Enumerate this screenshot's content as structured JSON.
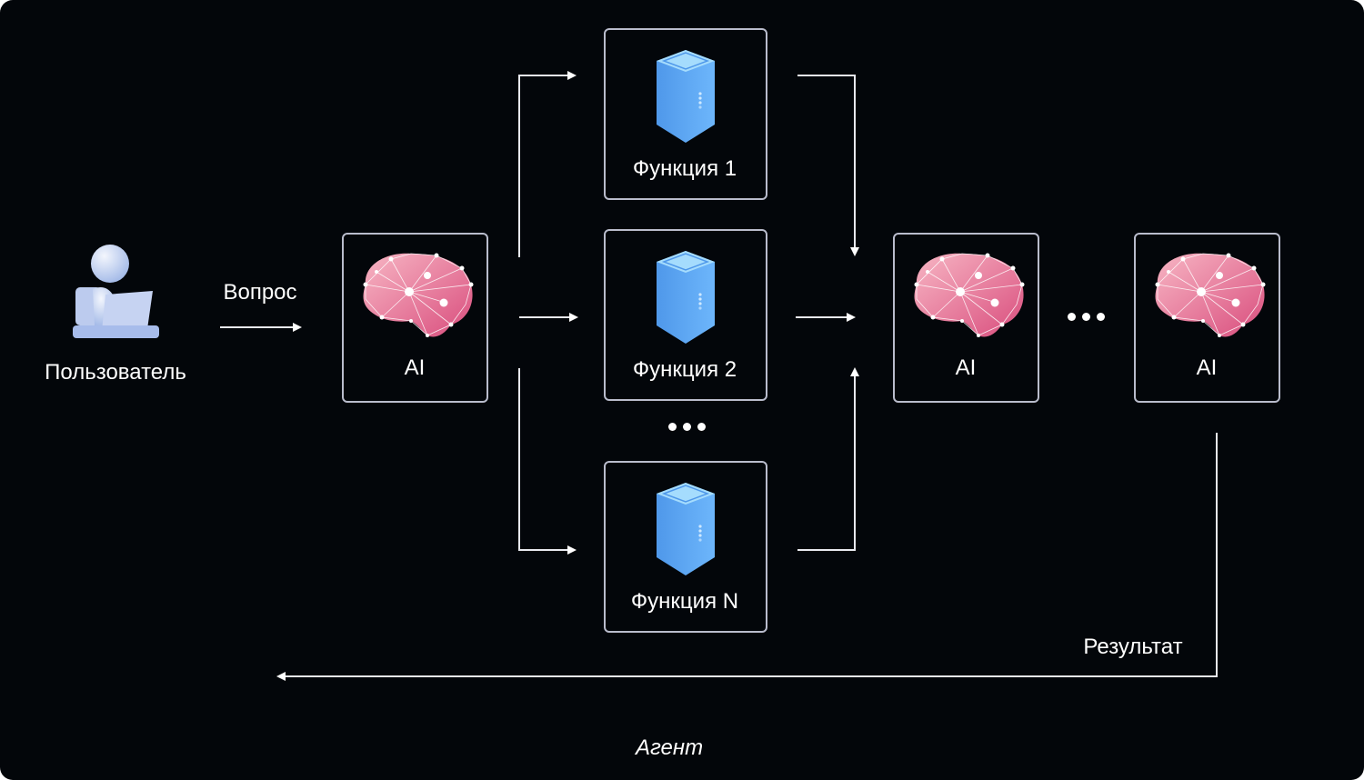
{
  "user": {
    "label": "Пользователь",
    "icon": "user-laptop-icon"
  },
  "question_label": "Вопрос",
  "ai_nodes": [
    {
      "label": "AI",
      "icon": "brain-icon"
    },
    {
      "label": "AI",
      "icon": "brain-icon"
    },
    {
      "label": "AI",
      "icon": "brain-icon"
    }
  ],
  "functions": [
    {
      "label": "Функция 1",
      "icon": "server-icon"
    },
    {
      "label": "Функция 2",
      "icon": "server-icon"
    },
    {
      "label": "Функция N",
      "icon": "server-icon"
    }
  ],
  "result_label": "Результат",
  "agent_caption": "Агент",
  "colors": {
    "background": "#03060a",
    "box_border": "#b9bccc",
    "brain": "#e8658f",
    "server": "#5aa8f5"
  }
}
